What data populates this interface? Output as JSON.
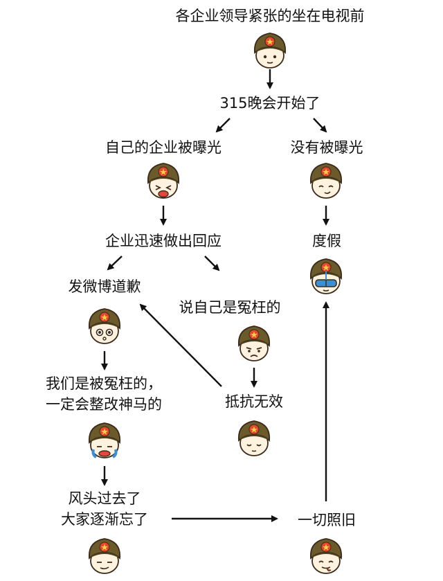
{
  "colors": {
    "hat": "#6b5a2a",
    "hat_dark": "#4e4120",
    "star_disc": "#e8462c",
    "star": "#f7d04a",
    "skin": "#fff3df",
    "outline": "#3a2a1a",
    "goggles": "#3a8fd6",
    "tongue": "#e8463a",
    "arrow": "#111111"
  },
  "nodes": {
    "start": {
      "label": "各企业领导紧张的坐在电视前",
      "face": "neutral-icon"
    },
    "show": {
      "label": "315晚会开始了"
    },
    "exposed": {
      "label": "自己的企业被曝光",
      "face": "crying-icon"
    },
    "not_exposed": {
      "label": "没有被曝光",
      "face": "smug-icon"
    },
    "respond": {
      "label": "企业迅速做出回应"
    },
    "vacation": {
      "label": "度假",
      "face": "goggles-icon"
    },
    "apology": {
      "label": "发微博道歉",
      "face": "wide-eyed-icon"
    },
    "wronged": {
      "label": "说自己是冤枉的",
      "face": "grumpy-icon"
    },
    "promise": {
      "label": "我们是被冤枉的，\n一定会整改神马的",
      "face": "sobbing-icon"
    },
    "resist": {
      "label": "抵抗无效",
      "face": "calm-icon"
    },
    "forgotten": {
      "label": "风头过去了\n大家逐渐忘了",
      "face": "sly-icon"
    },
    "as_usual": {
      "label": "一切照旧",
      "face": "tongue-out-icon"
    }
  }
}
